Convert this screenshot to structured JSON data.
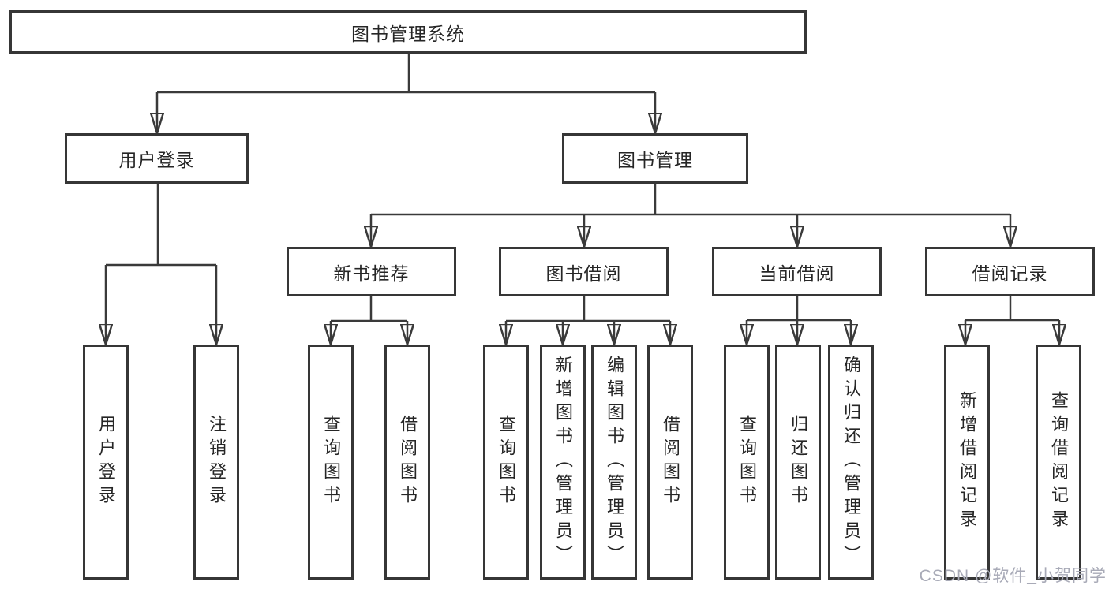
{
  "diagram": {
    "root": {
      "label": "图书管理系统"
    },
    "level2": [
      {
        "label": "用户登录"
      },
      {
        "label": "图书管理"
      }
    ],
    "level3": [
      {
        "label": "新书推荐"
      },
      {
        "label": "图书借阅"
      },
      {
        "label": "当前借阅"
      },
      {
        "label": "借阅记录"
      }
    ],
    "leaves": {
      "user_login": [
        {
          "label": "用户登录"
        },
        {
          "label": "注销登录"
        }
      ],
      "new_book": [
        {
          "label": "查询图书"
        },
        {
          "label": "借阅图书"
        }
      ],
      "book_borrow": [
        {
          "label": "查询图书"
        },
        {
          "label": "新增图书（管理员）"
        },
        {
          "label": "编辑图书（管理员）"
        },
        {
          "label": "借阅图书"
        }
      ],
      "current_borrow": [
        {
          "label": "查询图书"
        },
        {
          "label": "归还图书"
        },
        {
          "label": "确认归还（管理员）"
        }
      ],
      "borrow_record": [
        {
          "label": "新增借阅记录"
        },
        {
          "label": "查询借阅记录"
        }
      ]
    }
  },
  "watermark": {
    "text": "CSDN @软件_小贺同学"
  },
  "colors": {
    "background": "#ffffff",
    "line": "#3a3a3a",
    "box_border": "#363636",
    "text": "#262626",
    "watermark": "#a8aab7"
  }
}
